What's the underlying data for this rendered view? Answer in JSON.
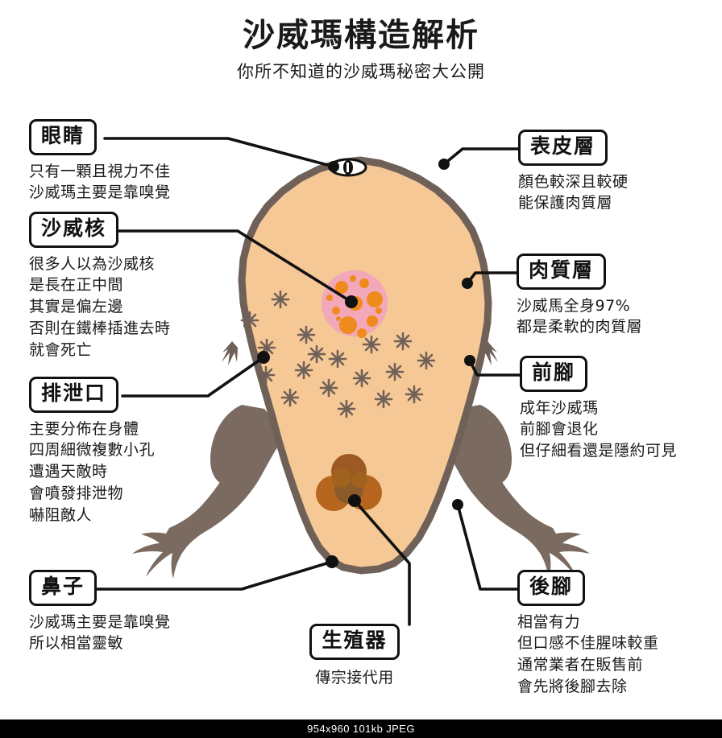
{
  "header": {
    "title": "沙威瑪構造解析",
    "subtitle": "你所不知道的沙威瑪秘密大公開"
  },
  "callouts": {
    "eye": {
      "tag": "眼睛",
      "lines": [
        "只有一顆且視力不佳",
        "沙威瑪主要是靠嗅覺"
      ]
    },
    "core": {
      "tag": "沙威核",
      "lines": [
        "很多人以為沙威核",
        "是長在正中間",
        "其實是偏左邊",
        "否則在鐵棒插進去時",
        "就會死亡"
      ]
    },
    "excretory": {
      "tag": "排泄口",
      "lines": [
        "主要分佈在身體",
        "四周細微複數小孔",
        "遭遇天敵時",
        "會噴發排泄物",
        "嚇阻敵人"
      ]
    },
    "nose": {
      "tag": "鼻子",
      "lines": [
        "沙威瑪主要是靠嗅覺",
        "所以相當靈敏"
      ]
    },
    "epidermis": {
      "tag": "表皮層",
      "lines": [
        "顏色較深且較硬",
        "能保護肉質層"
      ]
    },
    "flesh": {
      "tag": "肉質層",
      "lines": [
        "沙威馬全身97%",
        "都是柔軟的肉質層"
      ]
    },
    "forelimb": {
      "tag": "前腳",
      "lines": [
        "成年沙威瑪",
        "前腳會退化",
        "但仔細看還是隱約可見"
      ]
    },
    "hindlimb": {
      "tag": "後腳",
      "lines": [
        "相當有力",
        "但口感不佳腥味較重",
        "通常業者在販售前",
        "會先將後腳去除"
      ]
    },
    "genital": {
      "tag": "生殖器",
      "lines": [
        "傳宗接代用"
      ]
    }
  },
  "status_bar": {
    "text": "954x960 101kb JPEG"
  },
  "colors": {
    "background": "#ffffff",
    "body_fill": "#F6C896",
    "body_outline": "#6F6058",
    "limb": "#7A6A60",
    "core_fill": "#F2A8B8",
    "core_dot": "#EF8A1C",
    "genital": "#B5651D",
    "genital_dark": "#8B5A2B",
    "pore": "#6F6058",
    "ink": "#111111",
    "text": "#1a1a1a",
    "statusbar_bg": "#000000",
    "statusbar_text": "#ffffff"
  },
  "icons": {
    "eye": "eye-icon",
    "core": "core-icon",
    "pore": "pore-icon",
    "genital": "genital-icon"
  }
}
